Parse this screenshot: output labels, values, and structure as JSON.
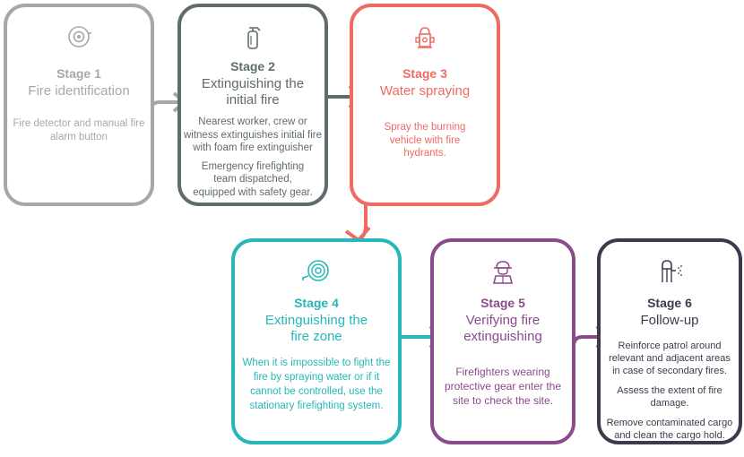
{
  "colors": {
    "stage1": "#a7a7a7",
    "stage2": "#5f6b6e",
    "stage3": "#ef6a63",
    "stage4": "#25b7b9",
    "stage5": "#8b4a8c",
    "stage6": "#3c3a4d"
  },
  "stages": [
    {
      "number": "Stage 1",
      "name": "Fire identification",
      "icon": "fire-alarm-bell-icon",
      "descriptions": [
        "Fire detector and manual fire alarm button"
      ]
    },
    {
      "number": "Stage 2",
      "name": "Extinguishing the initial fire",
      "icon": "fire-extinguisher-icon",
      "descriptions": [
        "Nearest worker, crew or witness extinguishes initial fire with foam fire extinguisher",
        "Emergency firefighting team dispatched, equipped with safety gear."
      ]
    },
    {
      "number": "Stage 3",
      "name": "Water spraying",
      "icon": "fire-hydrant-icon",
      "descriptions": [
        "Spray the burning vehicle with fire hydrants."
      ]
    },
    {
      "number": "Stage 4",
      "name": "Extinguishing the fire zone",
      "icon": "fire-hose-reel-icon",
      "descriptions": [
        "When it is impossible to fight the fire by spraying water or if it cannot be controlled, use the stationary firefighting system."
      ]
    },
    {
      "number": "Stage 5",
      "name": "Verifying fire extinguishing",
      "icon": "firefighter-icon",
      "descriptions": [
        "Firefighters wearing protective gear enter the site to check the site."
      ]
    },
    {
      "number": "Stage 6",
      "name": "Follow-up",
      "icon": "spray-cleaning-icon",
      "descriptions": [
        "Reinforce patrol around relevant and adjacent areas in case of secondary fires.",
        "Assess the extent of fire damage.",
        "Remove contaminated cargo and clean the cargo hold."
      ]
    }
  ]
}
